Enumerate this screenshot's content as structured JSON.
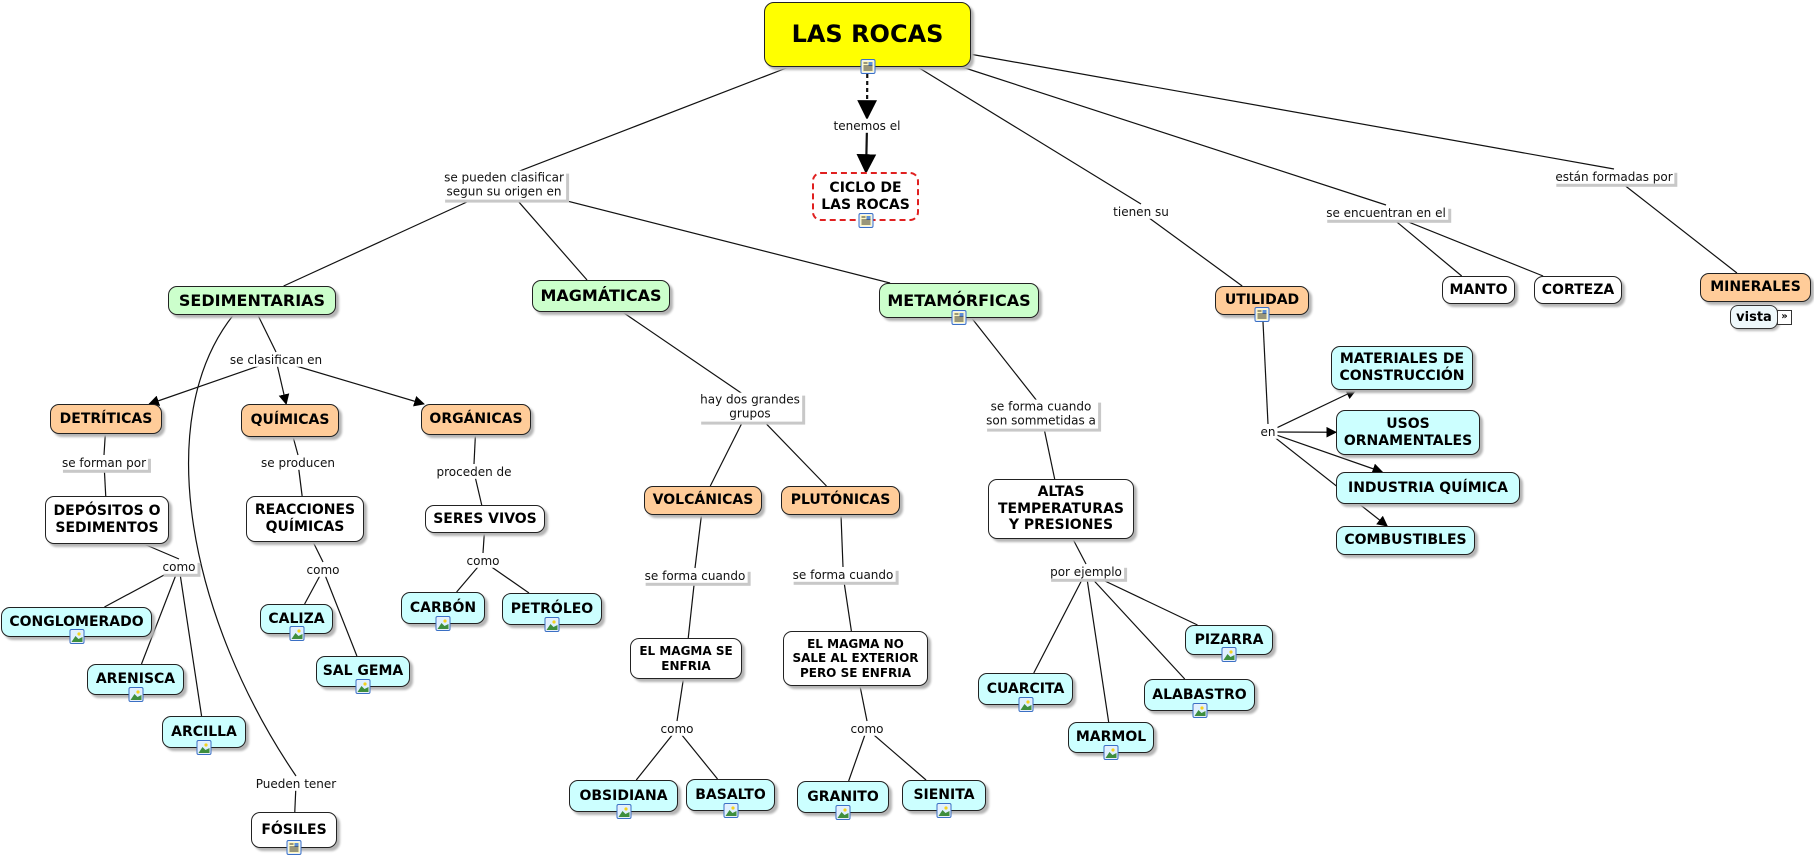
{
  "title": "LAS ROCAS",
  "colors": {
    "root": "#ffff00",
    "green": "#ccffcc",
    "orange": "#ffcc99",
    "cyan": "#ccffff",
    "white": "#ffffff",
    "dashed_border": "#e02020"
  },
  "nodes": [
    {
      "id": "root",
      "text": "LAS ROCAS",
      "style": "root",
      "icon": "document"
    },
    {
      "id": "ciclo",
      "text": "CICLO DE\nLAS ROCAS",
      "style": "dashed",
      "icon": "document"
    },
    {
      "id": "sedimentarias",
      "text": "SEDIMENTARIAS",
      "style": "green"
    },
    {
      "id": "magmaticas",
      "text": "MAGMÁTICAS",
      "style": "green"
    },
    {
      "id": "metamorficas",
      "text": "METAMÓRFICAS",
      "style": "green",
      "icon": "document"
    },
    {
      "id": "utilidad",
      "text": "UTILIDAD",
      "style": "orange",
      "icon": "document"
    },
    {
      "id": "manto",
      "text": "MANTO",
      "style": "white"
    },
    {
      "id": "corteza",
      "text": "CORTEZA",
      "style": "white"
    },
    {
      "id": "minerales",
      "text": "MINERALES",
      "style": "orange"
    },
    {
      "id": "detriticas",
      "text": "DETRÍTICAS",
      "style": "orange"
    },
    {
      "id": "quimicas",
      "text": "QUÍMICAS",
      "style": "orange"
    },
    {
      "id": "organicas",
      "text": "ORGÁNICAS",
      "style": "orange"
    },
    {
      "id": "depositos",
      "text": "DEPÓSITOS O\nSEDIMENTOS",
      "style": "white"
    },
    {
      "id": "reacciones",
      "text": "REACCIONES\nQUÍMICAS",
      "style": "white"
    },
    {
      "id": "seres",
      "text": "SERES VIVOS",
      "style": "white"
    },
    {
      "id": "conglomerado",
      "text": "CONGLOMERADO",
      "style": "cyan",
      "icon": "image"
    },
    {
      "id": "arenisca",
      "text": "ARENISCA",
      "style": "cyan",
      "icon": "image"
    },
    {
      "id": "arcilla",
      "text": "ARCILLA",
      "style": "cyan",
      "icon": "image"
    },
    {
      "id": "caliza",
      "text": "CALIZA",
      "style": "cyan",
      "icon": "image"
    },
    {
      "id": "salgema",
      "text": "SAL GEMA",
      "style": "cyan",
      "icon": "image"
    },
    {
      "id": "carbon",
      "text": "CARBÓN",
      "style": "cyan",
      "icon": "image"
    },
    {
      "id": "petroleo",
      "text": "PETRÓLEO",
      "style": "cyan",
      "icon": "image"
    },
    {
      "id": "fosiles",
      "text": "FÓSILES",
      "style": "white",
      "icon": "document"
    },
    {
      "id": "volcanicas",
      "text": "VOLCÁNICAS",
      "style": "orange"
    },
    {
      "id": "plutonicas",
      "text": "PLUTÓNICAS",
      "style": "orange"
    },
    {
      "id": "magmase",
      "text": "EL MAGMA SE\nENFRIA",
      "style": "white small"
    },
    {
      "id": "magmano",
      "text": "EL MAGMA NO\nSALE AL EXTERIOR\nPERO SE ENFRIA",
      "style": "white small"
    },
    {
      "id": "obsidiana",
      "text": "OBSIDIANA",
      "style": "cyan",
      "icon": "image"
    },
    {
      "id": "basalto",
      "text": "BASALTO",
      "style": "cyan",
      "icon": "image"
    },
    {
      "id": "granito",
      "text": "GRANITO",
      "style": "cyan",
      "icon": "image"
    },
    {
      "id": "sienita",
      "text": "SIENITA",
      "style": "cyan",
      "icon": "image"
    },
    {
      "id": "altas",
      "text": "ALTAS\nTEMPERATURAS\nY PRESIONES",
      "style": "white"
    },
    {
      "id": "cuarcita",
      "text": "CUARCITA",
      "style": "cyan",
      "icon": "image"
    },
    {
      "id": "marmol",
      "text": "MARMOL",
      "style": "cyan",
      "icon": "image"
    },
    {
      "id": "alabastro",
      "text": "ALABASTRO",
      "style": "cyan",
      "icon": "image"
    },
    {
      "id": "pizarra",
      "text": "PIZARRA",
      "style": "cyan",
      "icon": "image"
    },
    {
      "id": "materiales",
      "text": "MATERIALES DE\nCONSTRUCCIÓN",
      "style": "cyan"
    },
    {
      "id": "usos",
      "text": "USOS\nORNAMENTALES",
      "style": "cyan"
    },
    {
      "id": "industria",
      "text": "INDUSTRIA QUÍMICA",
      "style": "cyan"
    },
    {
      "id": "combustibles",
      "text": "COMBUSTIBLES",
      "style": "cyan"
    }
  ],
  "link_labels": [
    {
      "id": "l_tenemos",
      "text": "tenemos el"
    },
    {
      "id": "l_clasificar",
      "text": "se pueden clasificar\nsegun su origen en",
      "shadow": true
    },
    {
      "id": "l_tienen",
      "text": "tienen su"
    },
    {
      "id": "l_encuentran",
      "text": "se encuentran en el",
      "shadow": true
    },
    {
      "id": "l_formadas",
      "text": "están formadas por",
      "shadow": true
    },
    {
      "id": "l_clasifican",
      "text": "se clasifican en"
    },
    {
      "id": "l_forman",
      "text": "se forman por",
      "shadow": true
    },
    {
      "id": "l_producen",
      "text": "se producen"
    },
    {
      "id": "l_proceden",
      "text": "proceden de"
    },
    {
      "id": "l_como1",
      "text": "como",
      "shadow": true
    },
    {
      "id": "l_como2",
      "text": "como"
    },
    {
      "id": "l_como3",
      "text": "como"
    },
    {
      "id": "l_pueden",
      "text": "Pueden tener"
    },
    {
      "id": "l_grupos",
      "text": "hay dos grandes\ngrupos",
      "shadow": true
    },
    {
      "id": "l_forma1",
      "text": "se forma cuando",
      "shadow": true
    },
    {
      "id": "l_forma2",
      "text": "se forma cuando",
      "shadow": true
    },
    {
      "id": "l_como4",
      "text": "como"
    },
    {
      "id": "l_como5",
      "text": "como"
    },
    {
      "id": "l_sometidas",
      "text": "se forma cuando\nson sommetidas a",
      "shadow": true
    },
    {
      "id": "l_ejemplo",
      "text": "por ejemplo",
      "shadow": true
    },
    {
      "id": "l_en",
      "text": "en"
    }
  ],
  "minerales_view": {
    "label": "vista",
    "expand_icon": "double-chevron-right-icon"
  }
}
